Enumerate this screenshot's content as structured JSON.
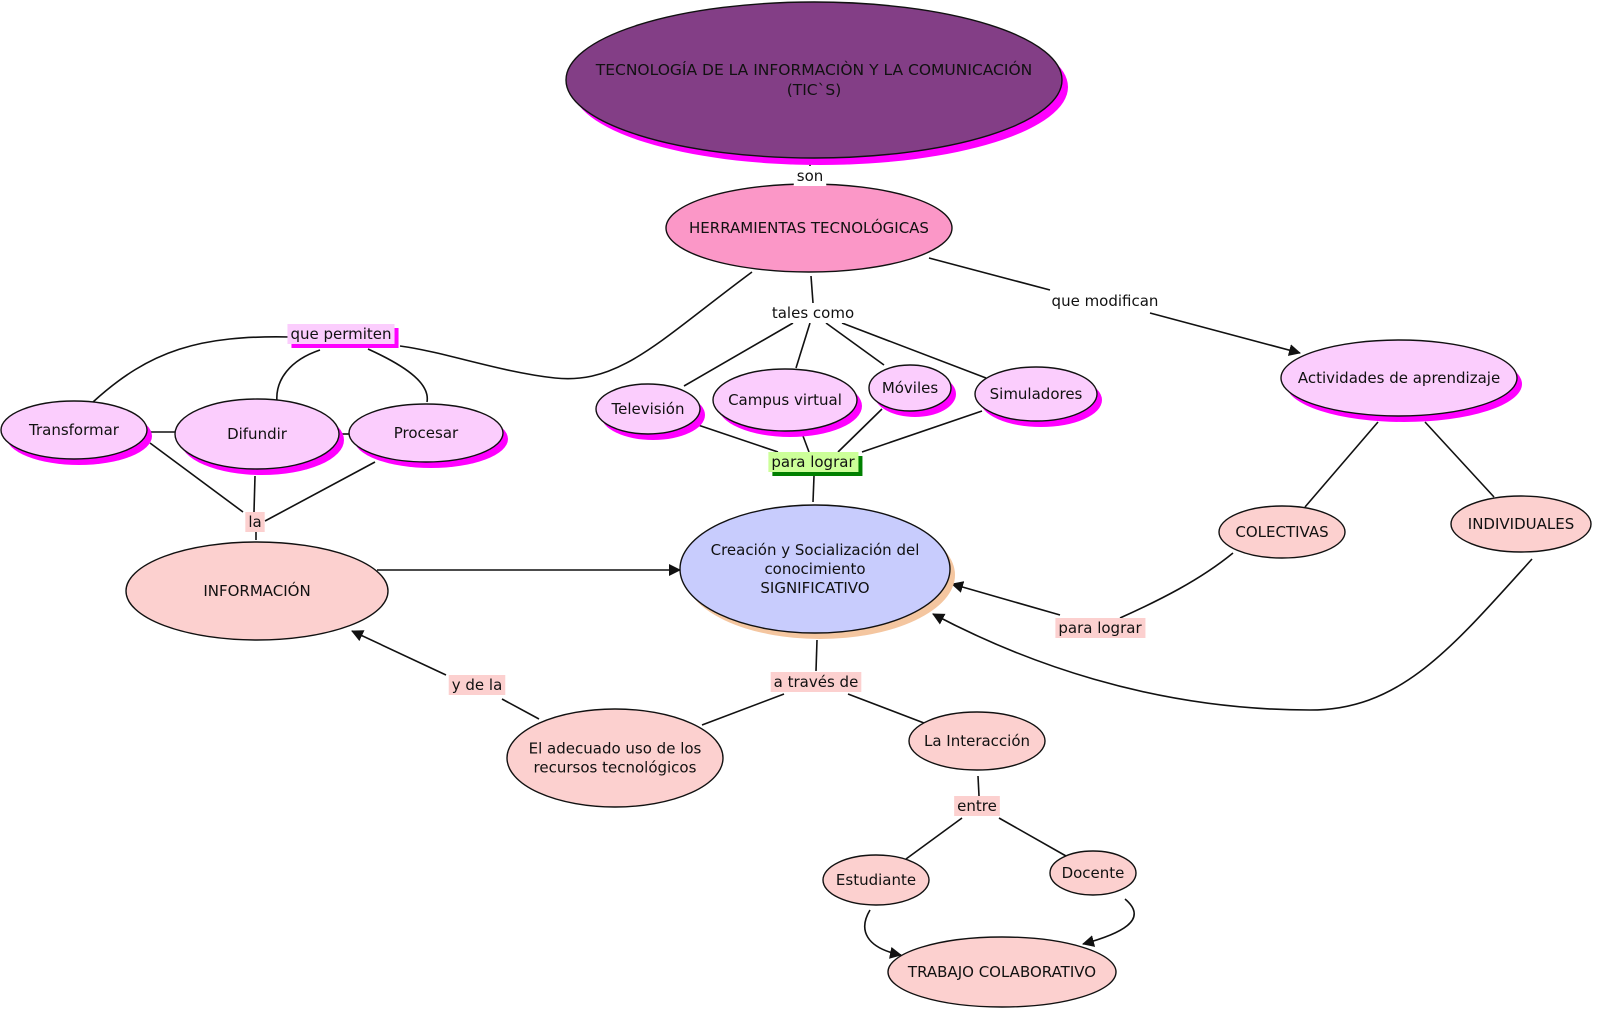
{
  "concepts": {
    "tics": {
      "lines": [
        "TECNOLOGÍA DE LA INFORMACIÒN Y LA COMUNICACIÓN",
        "(TIC`S)"
      ],
      "fill": "#833e86",
      "shadow": "#ff00ff"
    },
    "herramientas": {
      "lines": [
        "HERRAMIENTAS TECNOLÓGICAS"
      ],
      "fill": "#fb97c7",
      "shadow": "#ff00ff"
    },
    "television": {
      "lines": [
        "Televisión"
      ],
      "fill": "#fbcdfd",
      "shadow": "#ff00ff"
    },
    "campus": {
      "lines": [
        "Campus virtual"
      ],
      "fill": "#fbcdfd",
      "shadow": "#ff00ff"
    },
    "moviles": {
      "lines": [
        "Móviles"
      ],
      "fill": "#fbcdfd",
      "shadow": "#ff00ff"
    },
    "simuladores": {
      "lines": [
        "Simuladores"
      ],
      "fill": "#fbcdfd",
      "shadow": "#ff00ff"
    },
    "transformar": {
      "lines": [
        "Transformar"
      ],
      "fill": "#fbcdfd",
      "shadow": "#ff00ff"
    },
    "difundir": {
      "lines": [
        "Difundir"
      ],
      "fill": "#fbcdfd",
      "shadow": "#ff00ff"
    },
    "procesar": {
      "lines": [
        "Procesar"
      ],
      "fill": "#fbcdfd",
      "shadow": "#ff00ff"
    },
    "actividades": {
      "lines": [
        "Actividades de aprendizaje"
      ],
      "fill": "#fbcdfd",
      "shadow": "#ff00ff"
    },
    "creacion": {
      "lines": [
        "Creación y Socialización del",
        "conocimiento",
        "SIGNIFICATIVO"
      ],
      "fill": "#c8ccfd",
      "shadow": "#f4c6a0"
    },
    "informacion": {
      "lines": [
        "INFORMACIÓN"
      ],
      "fill": "#fcd0cf"
    },
    "colectivas": {
      "lines": [
        "COLECTIVAS"
      ],
      "fill": "#fcd0cf"
    },
    "individuales": {
      "lines": [
        "INDIVIDUALES"
      ],
      "fill": "#fcd0cf"
    },
    "adecuado": {
      "lines": [
        "El adecuado uso de los",
        "recursos tecnológicos"
      ],
      "fill": "#fcd0cf"
    },
    "interaccion": {
      "lines": [
        "La Interacción"
      ],
      "fill": "#fcd0cf"
    },
    "estudiante": {
      "lines": [
        "Estudiante"
      ],
      "fill": "#fcd0cf"
    },
    "docente": {
      "lines": [
        "Docente"
      ],
      "fill": "#fcd0cf"
    },
    "trabajo": {
      "lines": [
        "TRABAJO COLABORATIVO"
      ],
      "fill": "#fcd0cf"
    }
  },
  "linking_phrases": {
    "son": {
      "text": "son"
    },
    "tales_como": {
      "text": "tales como"
    },
    "que_modifican": {
      "text": "que modifican"
    },
    "que_permiten": {
      "text": "que permiten",
      "bg": "#fbcdfd",
      "shadow": "#ff00ff"
    },
    "para_lograr_top": {
      "text": "para lograr",
      "bg": "#ccff99",
      "shadow": "#008000"
    },
    "la": {
      "text": "la",
      "bg": "#fcd0cf"
    },
    "para_lograr_right": {
      "text": "para lograr",
      "bg": "#fcd0cf"
    },
    "a_traves_de": {
      "text": "a través de",
      "bg": "#fcd0cf"
    },
    "y_de_la": {
      "text": "y de la",
      "bg": "#fcd0cf"
    },
    "entre": {
      "text": "entre",
      "bg": "#fcd0cf"
    }
  }
}
